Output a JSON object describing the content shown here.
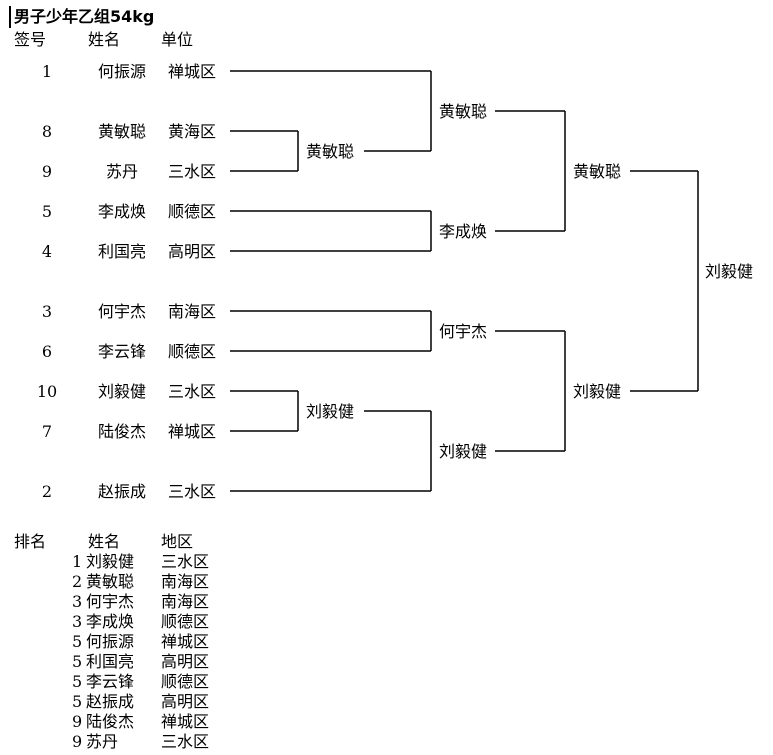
{
  "title": "男子少年乙组54kg",
  "headers": {
    "seed": "签号",
    "name": "姓名",
    "unit": "单位"
  },
  "entries": [
    {
      "seed": "1",
      "name": "何振源",
      "unit": "禅城区"
    },
    {
      "seed": "8",
      "name": "黄敏聪",
      "unit": "黄海区"
    },
    {
      "seed": "9",
      "name": "苏丹",
      "unit": "三水区"
    },
    {
      "seed": "5",
      "name": "李成焕",
      "unit": "顺德区"
    },
    {
      "seed": "4",
      "name": "利国亮",
      "unit": "高明区"
    },
    {
      "seed": "3",
      "name": "何宇杰",
      "unit": "南海区"
    },
    {
      "seed": "6",
      "name": "李云锋",
      "unit": "顺德区"
    },
    {
      "seed": "10",
      "name": "刘毅健",
      "unit": "三水区"
    },
    {
      "seed": "7",
      "name": "陆俊杰",
      "unit": "禅城区"
    },
    {
      "seed": "2",
      "name": "赵振成",
      "unit": "三水区"
    }
  ],
  "winners": {
    "r0_top": "黄敏聪",
    "r0_bottom": "刘毅健",
    "r1": [
      "黄敏聪",
      "李成焕",
      "何宇杰",
      "刘毅健"
    ],
    "r2": [
      "黄敏聪",
      "刘毅健"
    ],
    "final": "刘毅健"
  },
  "ranking": {
    "headers": {
      "rank": "排名",
      "name": "姓名",
      "region": "地区"
    },
    "rows": [
      {
        "rank": "1",
        "name": "刘毅健",
        "region": "三水区"
      },
      {
        "rank": "2",
        "name": "黄敏聪",
        "region": "南海区"
      },
      {
        "rank": "3",
        "name": "何宇杰",
        "region": "南海区"
      },
      {
        "rank": "3",
        "name": "李成焕",
        "region": "顺德区"
      },
      {
        "rank": "5",
        "name": "何振源",
        "region": "禅城区"
      },
      {
        "rank": "5",
        "name": "利国亮",
        "region": "高明区"
      },
      {
        "rank": "5",
        "name": "李云锋",
        "region": "顺德区"
      },
      {
        "rank": "5",
        "name": "赵振成",
        "region": "高明区"
      },
      {
        "rank": "9",
        "name": "陆俊杰",
        "region": "禅城区"
      },
      {
        "rank": "9",
        "name": "苏丹",
        "region": "三水区"
      }
    ]
  }
}
